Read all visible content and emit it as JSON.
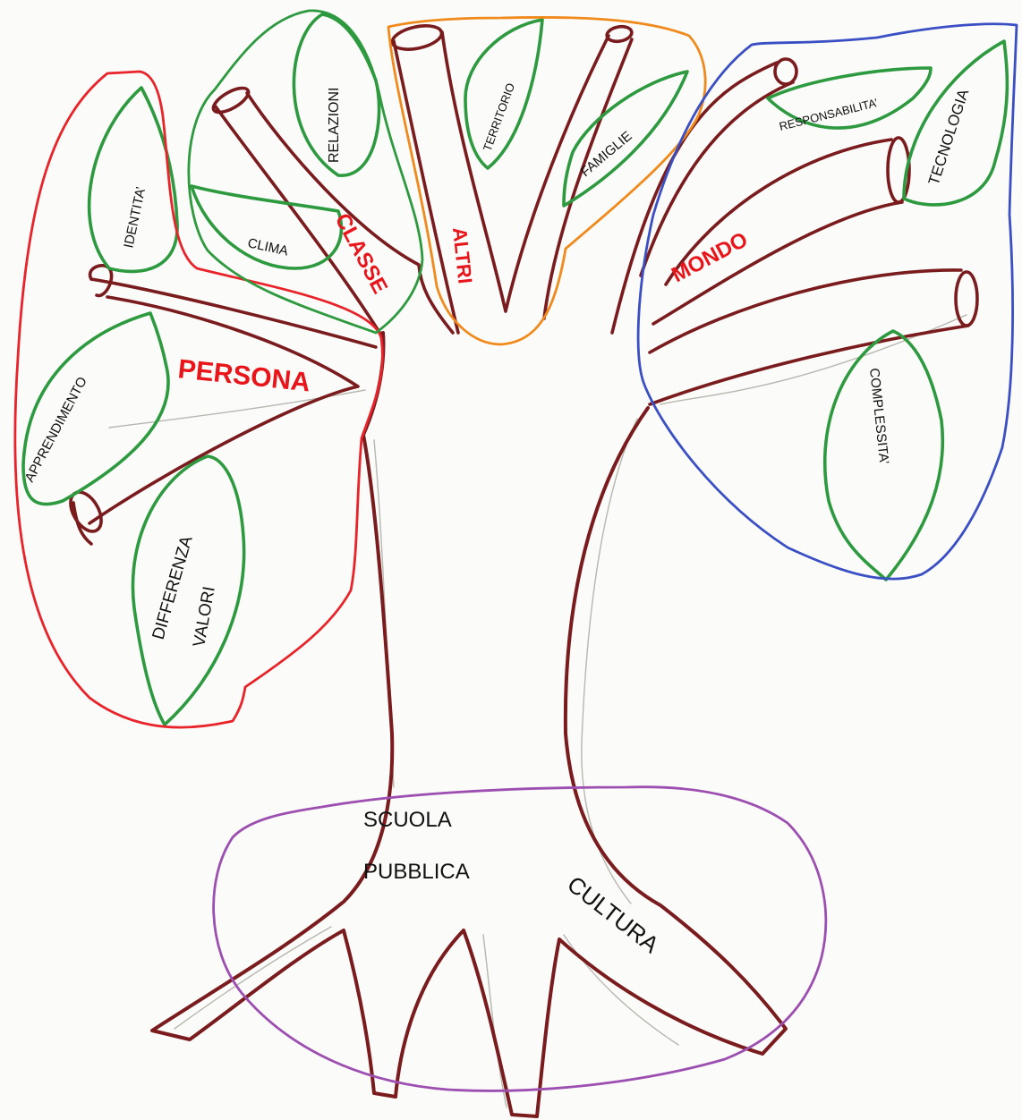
{
  "colors": {
    "trunk": "#7a1b1e",
    "leaf": "#2e9a40",
    "persona": "#e8232a",
    "classe": "#2e9a40",
    "altri": "#f08a1c",
    "mondo": "#3a4fc4",
    "roots": "#9c4fb0",
    "group_label": "#e8151b",
    "text": "#111111"
  },
  "groups": {
    "persona": "PERSONA",
    "classe": "CLASSE",
    "altri": "ALTRI",
    "mondo": "MONDO"
  },
  "leaves": {
    "identita": "IDENTITA’",
    "clima": "CLIMA",
    "relazioni": "RELAZIONI",
    "territorio": "TERRITORIO",
    "famiglie": "FAMIGLIE",
    "responsabilita": "RESPONSABILITA’",
    "tecnologia": "TECNOLOGIA",
    "apprendimento": "APPRENDIMENTO",
    "differenza": "DIFFERENZA",
    "valori": "VALORI",
    "complessita": "COMPLESSITA’"
  },
  "roots": {
    "scuola": "SCUOLA",
    "pubblica": "PUBBLICA",
    "cultura": "CULTURA"
  }
}
